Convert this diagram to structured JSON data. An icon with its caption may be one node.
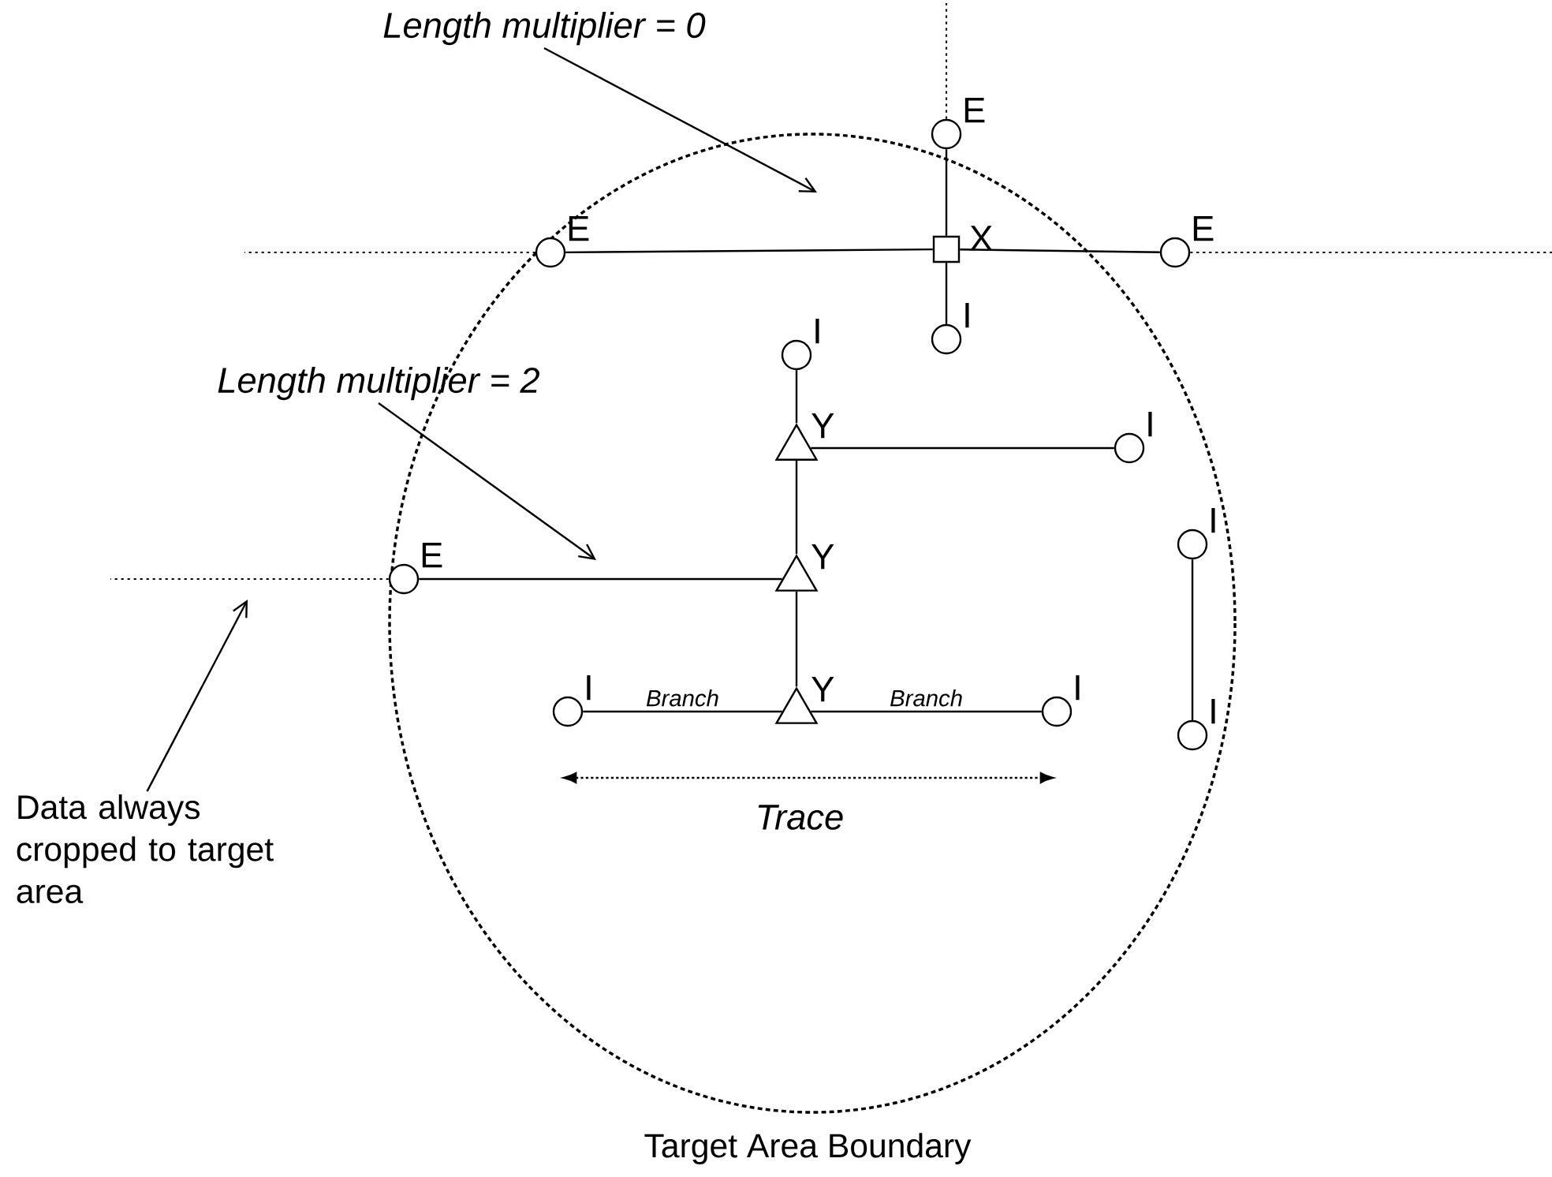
{
  "diagram": {
    "nodes": [
      {
        "text": [
          "Length multiplier = 0"
        ]
      },
      {
        "text": [],
        "shape": "circle",
        "beside": [
          "E"
        ]
      },
      {
        "text": [],
        "shape": "circle",
        "beside": [
          "E"
        ]
      },
      {
        "text": [],
        "shape": "box",
        "beside": [
          "X"
        ]
      },
      {
        "text": [],
        "shape": "circle",
        "beside": [
          "E"
        ]
      },
      {
        "text": [],
        "shape": "circle",
        "beside": [
          "I"
        ]
      },
      {
        "text": [
          "Length multiplier = 2"
        ]
      },
      {
        "text": [],
        "shape": "circle",
        "beside": [
          "I"
        ]
      },
      {
        "text": [],
        "shape": "triangle",
        "beside": [
          "Y"
        ]
      },
      {
        "text": [],
        "shape": "circle",
        "beside": [
          "I"
        ]
      },
      {
        "text": [],
        "shape": "circle",
        "beside": [
          "I"
        ]
      },
      {
        "text": [],
        "shape": "circle",
        "beside": [
          "E"
        ]
      },
      {
        "text": [],
        "shape": "triangle",
        "beside": [
          "Y"
        ]
      },
      {
        "text": [],
        "shape": "circle",
        "beside": [
          "I"
        ]
      },
      {
        "text": [],
        "shape": "triangle",
        "beside": [
          "Y"
        ]
      },
      {
        "text": [],
        "shape": "circle",
        "beside": [
          "I"
        ]
      },
      {
        "text": [],
        "shape": "circle",
        "beside": [
          "I"
        ]
      },
      {
        "text": [
          "Data always cropped to target area"
        ]
      }
    ],
    "edges": [
      {
        "from": 1,
        "to": 3,
        "arrow": "none"
      },
      {
        "from": 2,
        "to": 3,
        "arrow": "none"
      },
      {
        "from": 3,
        "to": 4,
        "arrow": "none"
      },
      {
        "from": 3,
        "to": 5,
        "arrow": "none"
      },
      {
        "from": 7,
        "to": 8,
        "arrow": "none"
      },
      {
        "from": 8,
        "to": 9,
        "arrow": "none"
      },
      {
        "from": 8,
        "to": 12,
        "arrow": "none"
      },
      {
        "from": 11,
        "to": 12,
        "arrow": "none"
      },
      {
        "from": 12,
        "to": 14,
        "arrow": "none"
      },
      {
        "from": 13,
        "to": 14,
        "arrow": "none",
        "label": "Branch"
      },
      {
        "from": 14,
        "to": 15,
        "arrow": "none",
        "label": "Branch"
      },
      {
        "from": 10,
        "to": 16,
        "arrow": "none"
      },
      {
        "from": 0,
        "to": null,
        "arrow": "to"
      },
      {
        "from": 6,
        "to": null,
        "arrow": "to"
      },
      {
        "from": 17,
        "to": null,
        "arrow": "to"
      },
      {
        "from": 1,
        "to": null,
        "arrow": "none",
        "style": "dashed"
      },
      {
        "from": 2,
        "to": null,
        "arrow": "none",
        "style": "dashed"
      },
      {
        "from": 4,
        "to": null,
        "arrow": "none",
        "style": "dashed"
      },
      {
        "from": 11,
        "to": null,
        "arrow": "none",
        "style": "dashed"
      }
    ],
    "labels": [
      "Trace",
      "Target Area Boundary"
    ]
  }
}
